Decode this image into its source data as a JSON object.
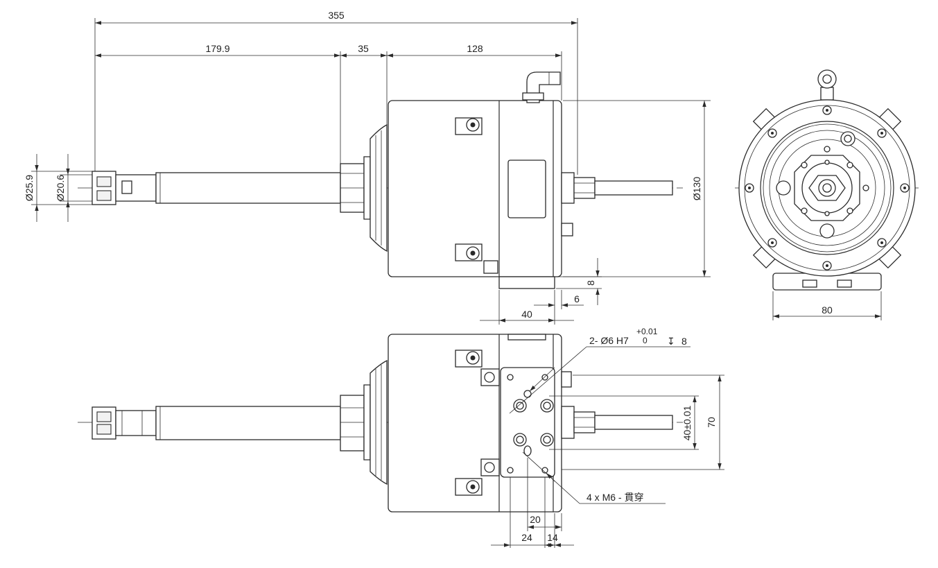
{
  "dimensions": {
    "overall_length": "355",
    "shaft_length": "179.9",
    "nut_length": "35",
    "body_length": "128",
    "diameter_outer": "Ø25.9",
    "diameter_inner": "Ø20.6",
    "body_diameter": "Ø130",
    "base_height": "8",
    "base_offset": "6",
    "base_length": "40",
    "front_width": "80",
    "pin_spec": "2- Ø6 H7",
    "pin_tol_upper": "+0.01",
    "pin_tol_lower": "0",
    "pin_depth_symbol": "↧",
    "pin_depth": "8",
    "hole_pitch": "40±0.01",
    "plate_height": "70",
    "thread_spec": "4 x M6 - 貫穿",
    "dim_20": "20",
    "dim_24": "24",
    "dim_14": "14"
  }
}
